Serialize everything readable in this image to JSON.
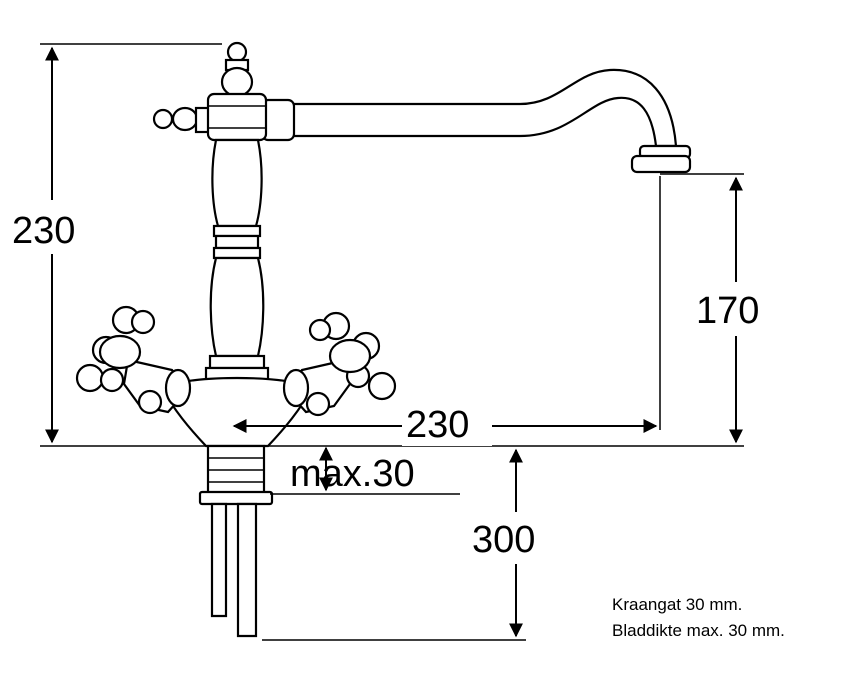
{
  "dimensions": {
    "total_height": "230",
    "spout_height": "170",
    "spout_reach": "230",
    "max_thickness": "max.30",
    "supply_length": "300"
  },
  "notes": {
    "line1": "Kraangat 30 mm.",
    "line2": "Bladdikte max. 30 mm."
  }
}
